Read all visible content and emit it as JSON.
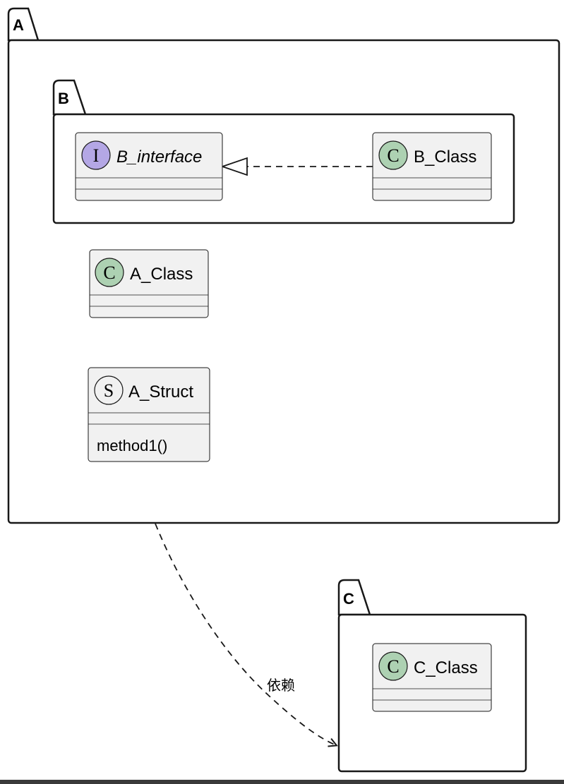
{
  "packages": {
    "a": {
      "label": "A"
    },
    "b": {
      "label": "B"
    },
    "c": {
      "label": "C"
    }
  },
  "classes": {
    "b_interface": {
      "stereotype": "I",
      "name": "B_interface",
      "color": "#b4a7e5"
    },
    "b_class": {
      "stereotype": "C",
      "name": "B_Class",
      "color": "#add1b2"
    },
    "a_class": {
      "stereotype": "C",
      "name": "A_Class",
      "color": "#add1b2"
    },
    "a_struct": {
      "stereotype": "S",
      "name": "A_Struct",
      "color": "#f1f1f1",
      "methods": [
        "method1()"
      ]
    },
    "c_class": {
      "stereotype": "C",
      "name": "C_Class",
      "color": "#add1b2"
    }
  },
  "relations": {
    "b_class_realizes_b_interface": {
      "from": "B_Class",
      "to": "B_interface",
      "kind": "realization"
    },
    "a_depends_on_c": {
      "from": "A",
      "to": "C",
      "kind": "dependency",
      "label": "依赖"
    }
  },
  "colors": {
    "class_fill": "#f1f1f1",
    "border": "#181818"
  }
}
